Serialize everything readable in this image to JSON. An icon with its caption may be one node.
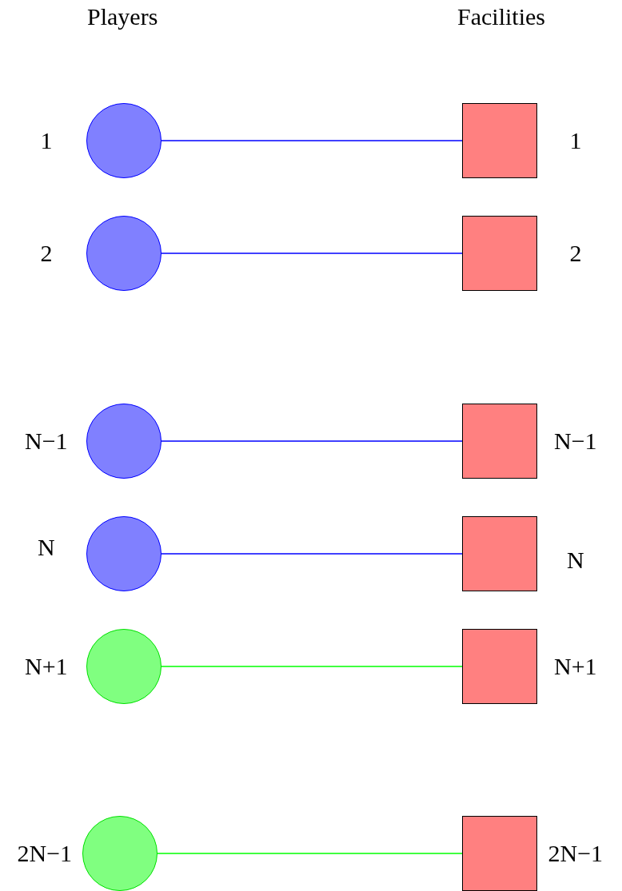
{
  "diagram": {
    "nodes": [
      {
        "text": [],
        "shape": "circle",
        "beside": [
          "1"
        ]
      },
      {
        "text": [],
        "shape": "box",
        "beside": [
          "1"
        ]
      },
      {
        "text": [],
        "shape": "circle",
        "beside": [
          "2"
        ]
      },
      {
        "text": [],
        "shape": "box",
        "beside": [
          "2"
        ]
      },
      {
        "text": [],
        "shape": "circle",
        "beside": [
          "N−1"
        ]
      },
      {
        "text": [],
        "shape": "box",
        "beside": [
          "N−1"
        ]
      },
      {
        "text": [],
        "shape": "circle",
        "beside": [
          "N"
        ]
      },
      {
        "text": [],
        "shape": "box",
        "beside": [
          "N"
        ]
      },
      {
        "text": [],
        "shape": "circle",
        "beside": [
          "N+1"
        ]
      },
      {
        "text": [],
        "shape": "box",
        "beside": [
          "N+1"
        ]
      },
      {
        "text": [],
        "shape": "circle",
        "beside": [
          "2N−1"
        ]
      },
      {
        "text": [],
        "shape": "box",
        "beside": [
          "2N−1"
        ]
      }
    ],
    "edges": [
      {
        "from": 0,
        "to": 1,
        "arrow": "none"
      },
      {
        "from": 2,
        "to": 3,
        "arrow": "none"
      },
      {
        "from": 4,
        "to": 5,
        "arrow": "none"
      },
      {
        "from": 6,
        "to": 7,
        "arrow": "none"
      },
      {
        "from": 8,
        "to": 9,
        "arrow": "none",
        "color": "#00ff00"
      },
      {
        "from": 10,
        "to": 11,
        "arrow": "none",
        "color": "#00ff00"
      }
    ],
    "labels": [
      "Players",
      "Facilities"
    ]
  }
}
